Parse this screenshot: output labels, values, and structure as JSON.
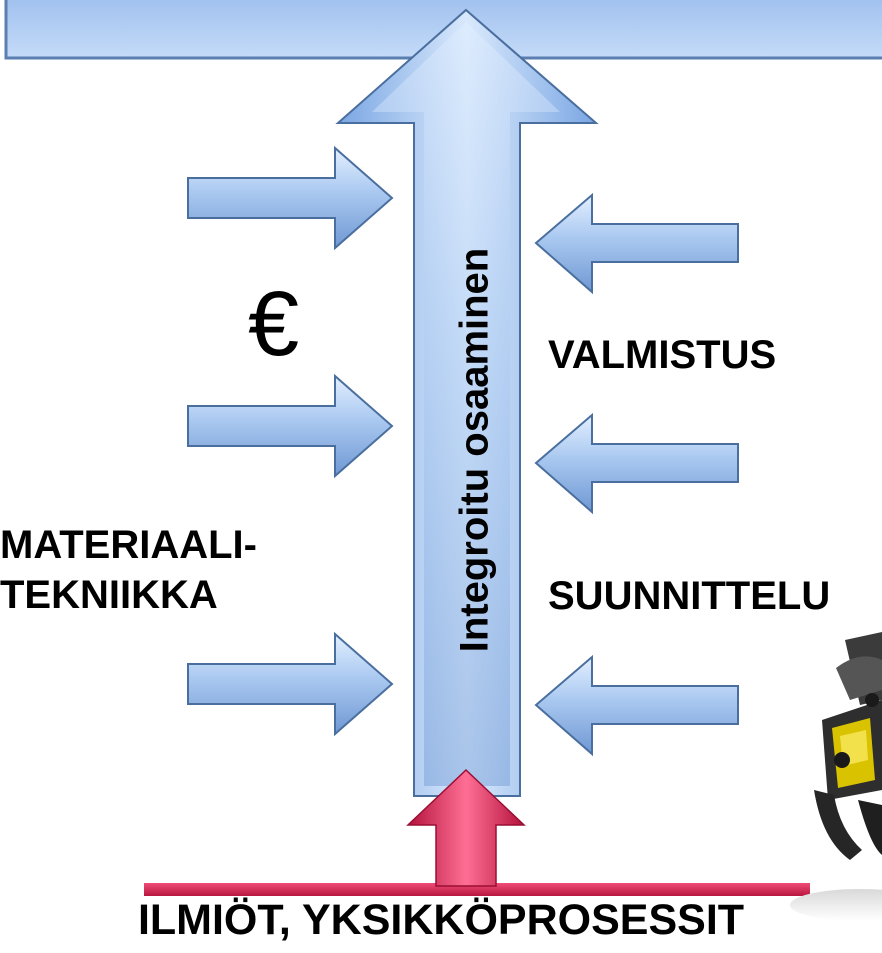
{
  "labels": {
    "euro": "€",
    "valmistus": "VALMISTUS",
    "materiaali_line1": "MATERIAALI-",
    "materiaali_line2": "TEKNIIKKA",
    "suunnittelu": "SUUNNITTELU",
    "vertical": "Integroitu osaaminen",
    "bottom": "ILMIÖT, YKSIKKÖPROSESSIT"
  },
  "colors": {
    "arrow_blue_light": "#cfe3fb",
    "arrow_blue_dark": "#7aa6e3",
    "arrow_outline": "#4a6f9f",
    "top_bar": "#a9c9f3",
    "red_arrow": "#e8255a",
    "red_line": "#d81e4e"
  },
  "icons": {
    "machine": "forest-harvester-head-image"
  }
}
